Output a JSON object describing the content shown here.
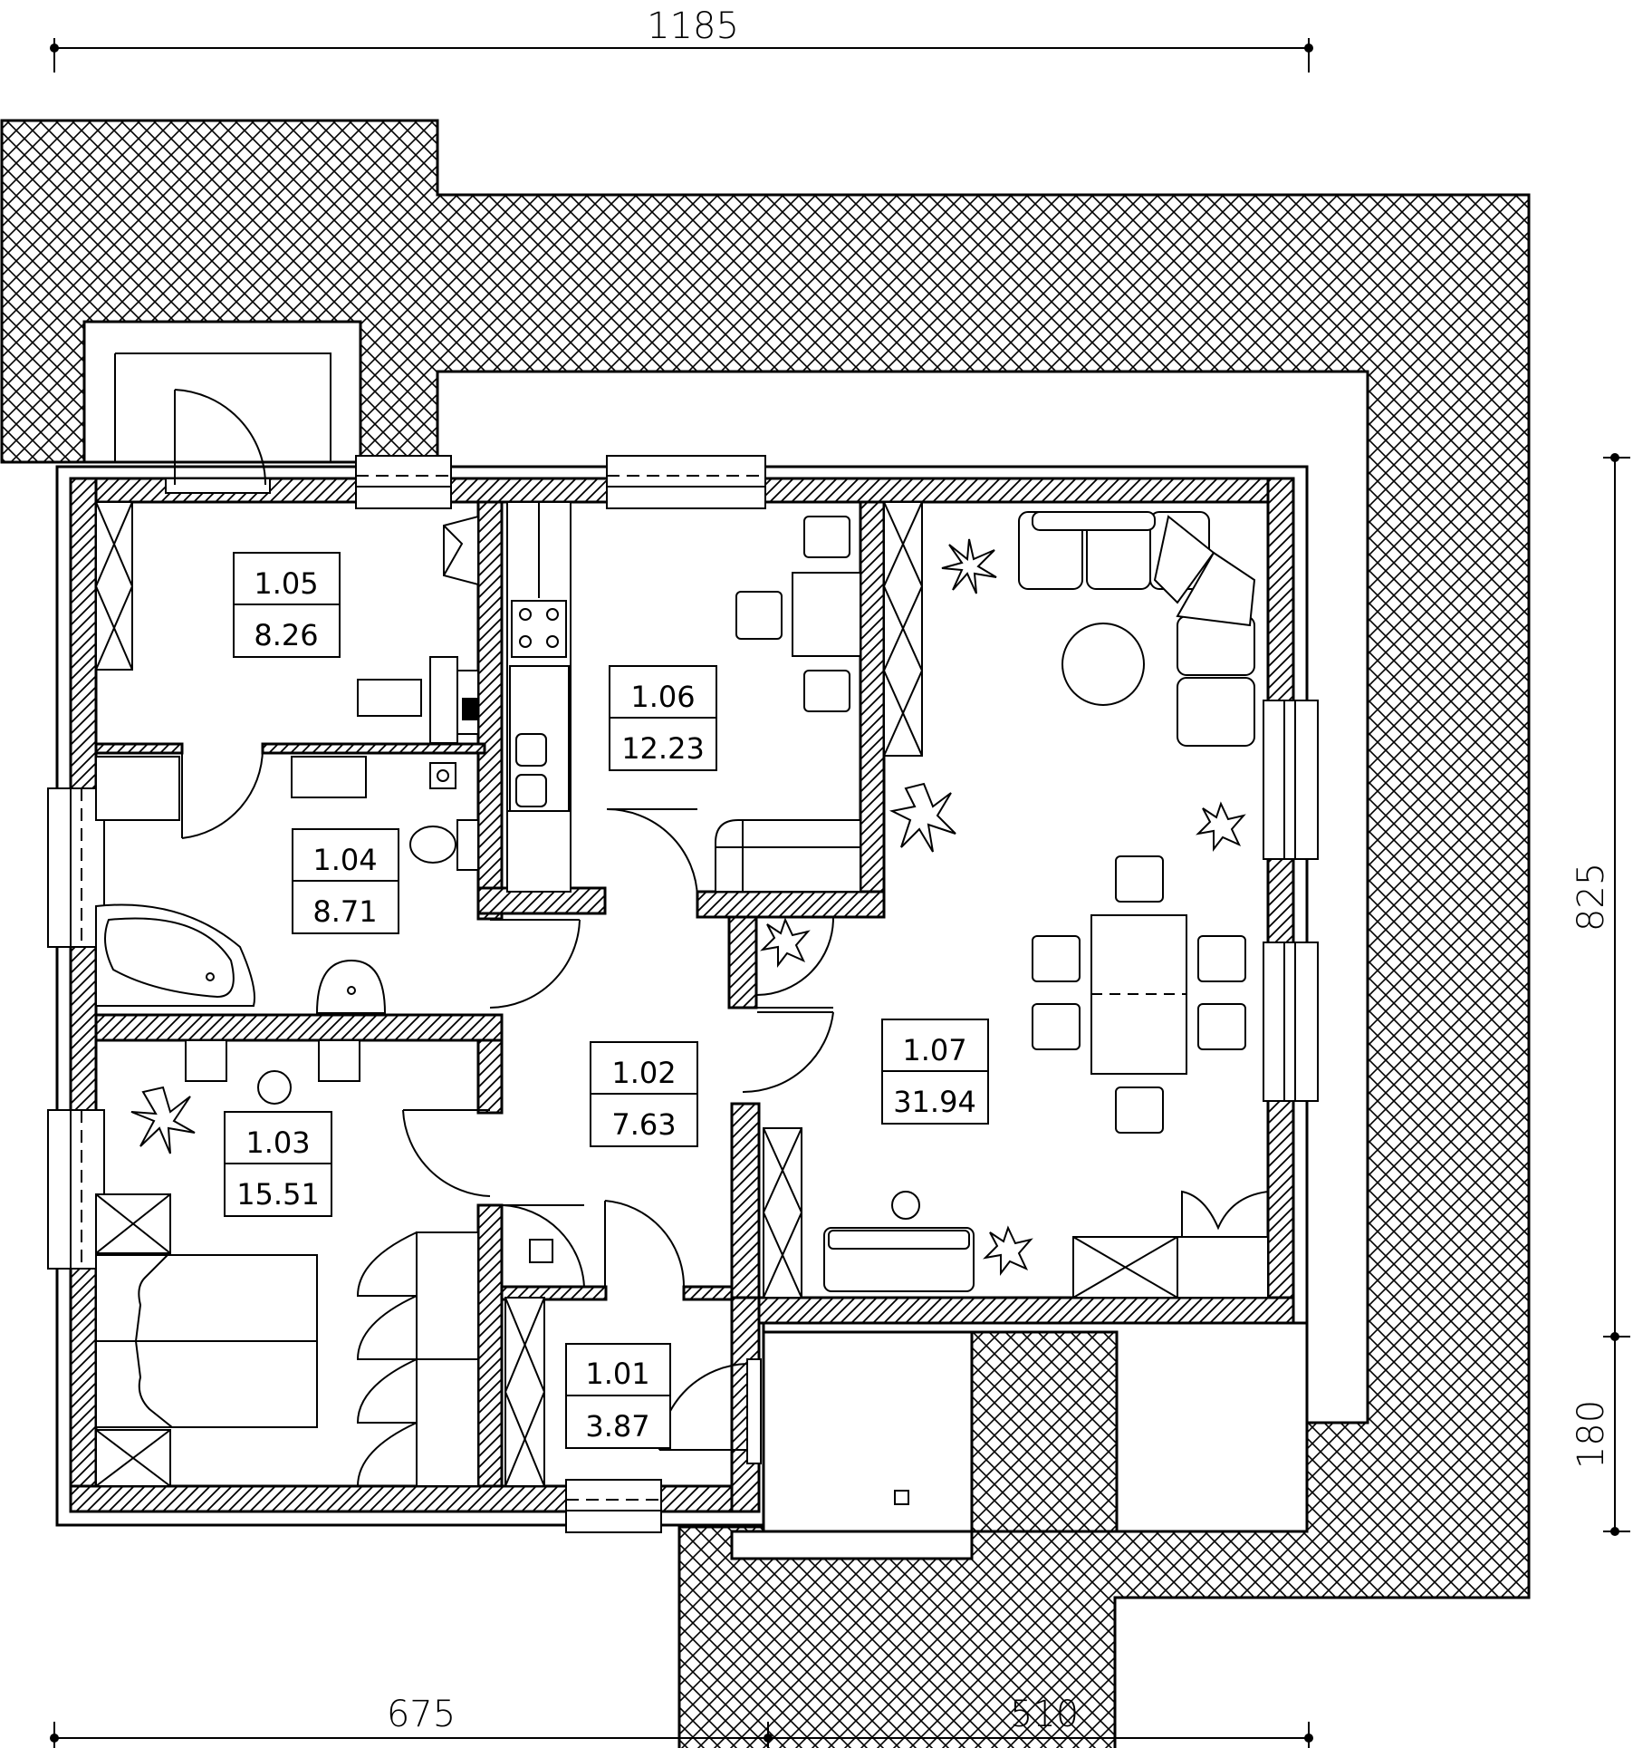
{
  "dimensions": {
    "top_total": "1185",
    "bottom_left": "675",
    "bottom_right": "510",
    "right_upper": "825",
    "right_lower": "180"
  },
  "rooms": [
    {
      "id": "1.01",
      "area": "3.87"
    },
    {
      "id": "1.02",
      "area": "7.63"
    },
    {
      "id": "1.03",
      "area": "15.51"
    },
    {
      "id": "1.04",
      "area": "8.71"
    },
    {
      "id": "1.05",
      "area": "8.26"
    },
    {
      "id": "1.06",
      "area": "12.23"
    },
    {
      "id": "1.07",
      "area": "31.94"
    }
  ]
}
